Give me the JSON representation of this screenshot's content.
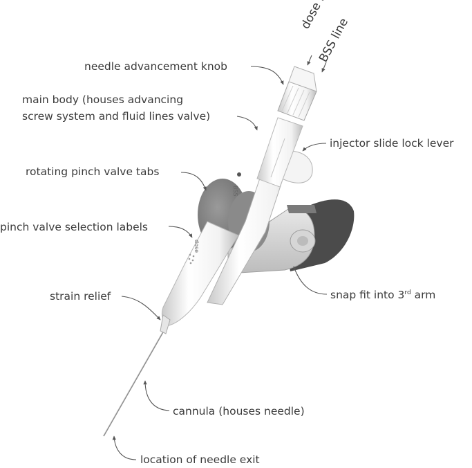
{
  "labels": {
    "dose_line": "dose line",
    "bss_line": "BSS line",
    "needle_advancement_knob": "needle advancement knob",
    "main_body_line1": "main body (houses advancing",
    "main_body_line2": "screw system and fluid lines valve)",
    "injector_slide_lock_lever": "injector slide lock lever",
    "rotating_pinch_valve_tabs": "rotating pinch valve tabs",
    "pinch_valve_selection_labels": "pinch valve selection labels",
    "strain_relief": "strain relief",
    "snap_fit_prefix": "snap fit into 3",
    "snap_fit_sup": "rd",
    "snap_fit_suffix": " arm",
    "cannula": "cannula (houses needle)",
    "needle_exit": "location of needle exit"
  },
  "device_markings": {
    "valve_label_upper": "BSS",
    "valve_label_lower": "dose"
  }
}
